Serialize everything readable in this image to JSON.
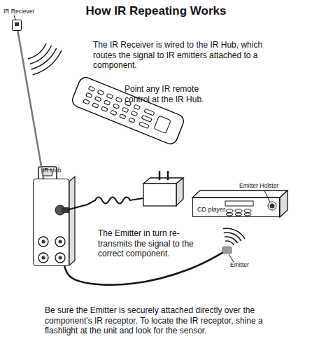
{
  "diagram": {
    "title": "How IR Repeating Works",
    "caption": "Be sure the Emitter is securely attached directly over the component's IR receptor. To locate the IR receptor, shine a flashlight at the unit and look for the sensor.",
    "nodes": [
      {
        "text": [
          "IR Reciever"
        ]
      },
      {
        "text": [
          "IR Hub"
        ]
      },
      {
        "text": [
          "CD player"
        ]
      },
      {
        "text": [
          "Emitter"
        ]
      }
    ],
    "edges": [
      {
        "from": 0,
        "to": 1,
        "arrow": "none"
      },
      {
        "from": 1,
        "to": 3,
        "arrow": "none"
      }
    ],
    "labels": [
      "The IR Receiver is wired to the IR Hub, which routes the signal to IR emitters attached to a component.",
      "Point any IR remote control at the IR Hub.",
      "Emitter Holster",
      "The Emitter in turn re-transmits the signal to the correct component."
    ]
  }
}
